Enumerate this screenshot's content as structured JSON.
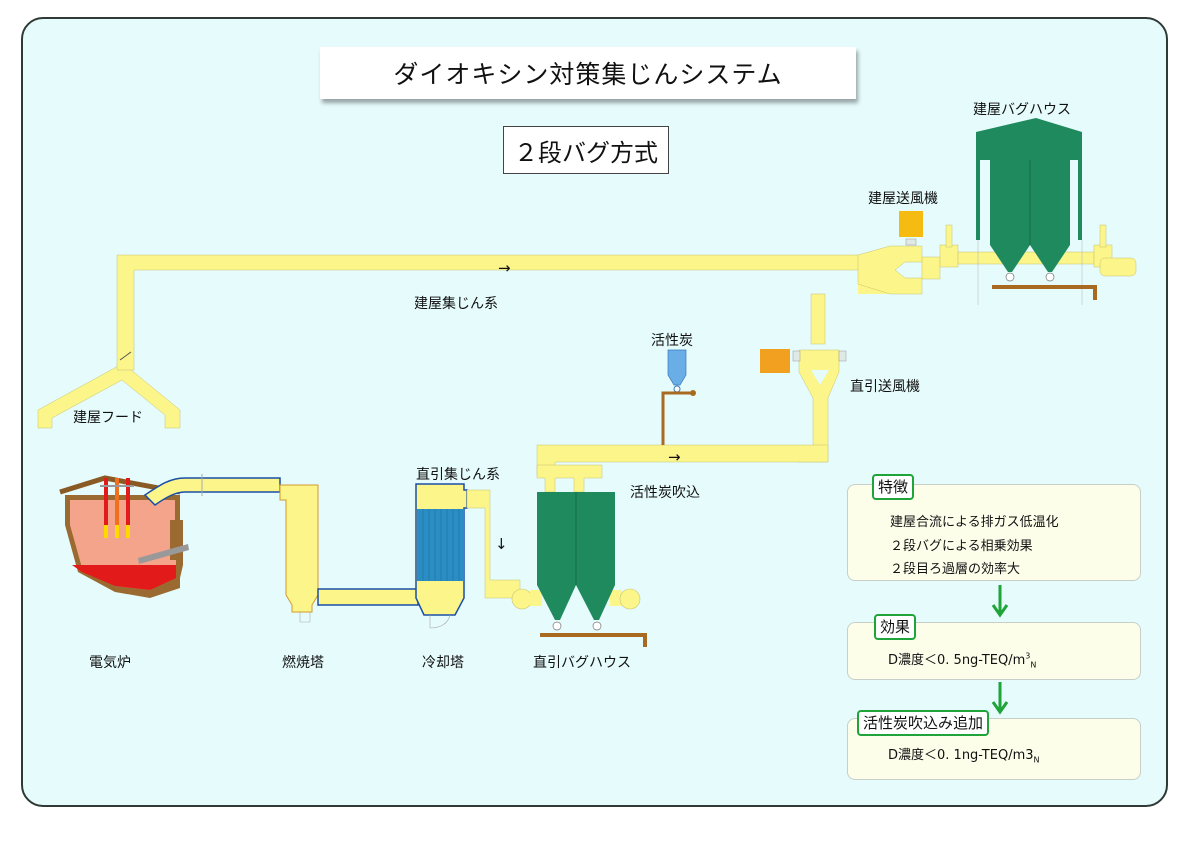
{
  "title": "ダイオキシン対策集じんシステム",
  "subtitle": "２段バグ方式",
  "labels": {
    "building_hood": "建屋フード",
    "building_duct": "建屋集じん系",
    "building_fan": "建屋送風機",
    "building_baghouse": "建屋バグハウス",
    "activated_carbon": "活性炭",
    "direct_fan": "直引送風機",
    "direct_duct": "直引集じん系",
    "carbon_injection": "活性炭吹込",
    "electric_furnace": "電気炉",
    "combustion_tower": "燃焼塔",
    "cooling_tower": "冷却塔",
    "direct_baghouse": "直引バグハウス"
  },
  "flow_arrows": {
    "right": "→",
    "down": "↓"
  },
  "panels": {
    "features": {
      "tag": "特徴",
      "lines": [
        "建屋合流による排ガス低温化",
        "２段バグによる相乗効果",
        "２段目ろ過層の効率大"
      ]
    },
    "effect": {
      "tag": "効果",
      "line_prefix": "D濃度＜0. 5ng-TEQ/m",
      "line_sup": "3",
      "line_sub": "N"
    },
    "carbon_added": {
      "tag": "活性炭吹込み追加",
      "line_prefix": "D濃度＜0. 1ng-TEQ/m3",
      "line_sub": "N"
    }
  },
  "colors": {
    "duct_yellow": "#fbf58a",
    "baghouse_green": "#1f8a5e",
    "fan_orange": "#f2a020",
    "fan_gold": "#f5bb10",
    "cooling_blue": "#2a8ec4",
    "pipe_blue": "#1a4fa8",
    "hopper_blue": "#6aaee8",
    "conveyor_brown": "#a86a20",
    "arrow_green": "#1fa43a",
    "panel_bg": "#e6fbfc"
  }
}
